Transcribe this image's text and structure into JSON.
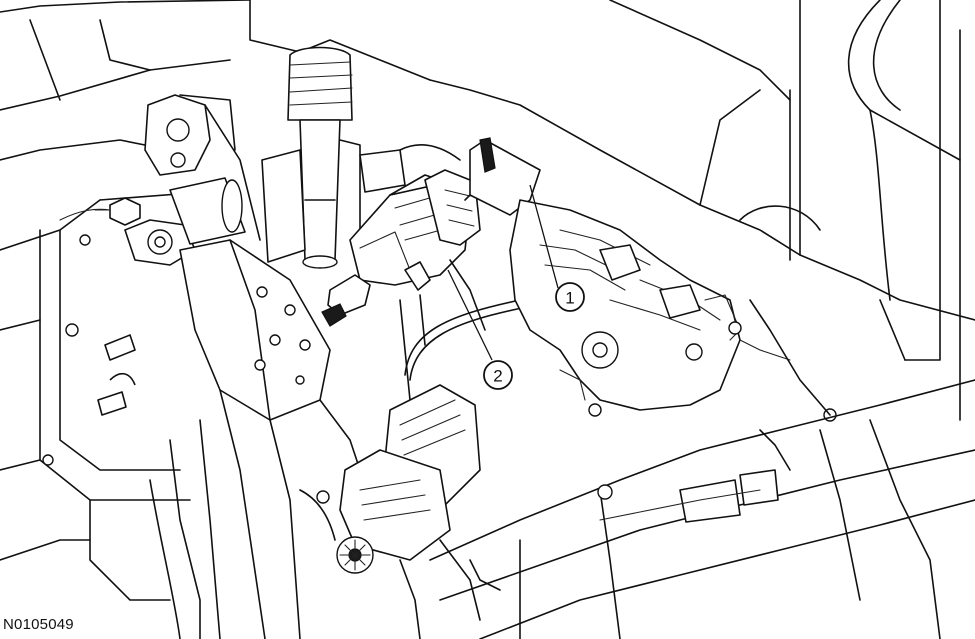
{
  "callouts": [
    {
      "label": "1"
    },
    {
      "label": "2"
    }
  ],
  "figure_id": "N0105049"
}
